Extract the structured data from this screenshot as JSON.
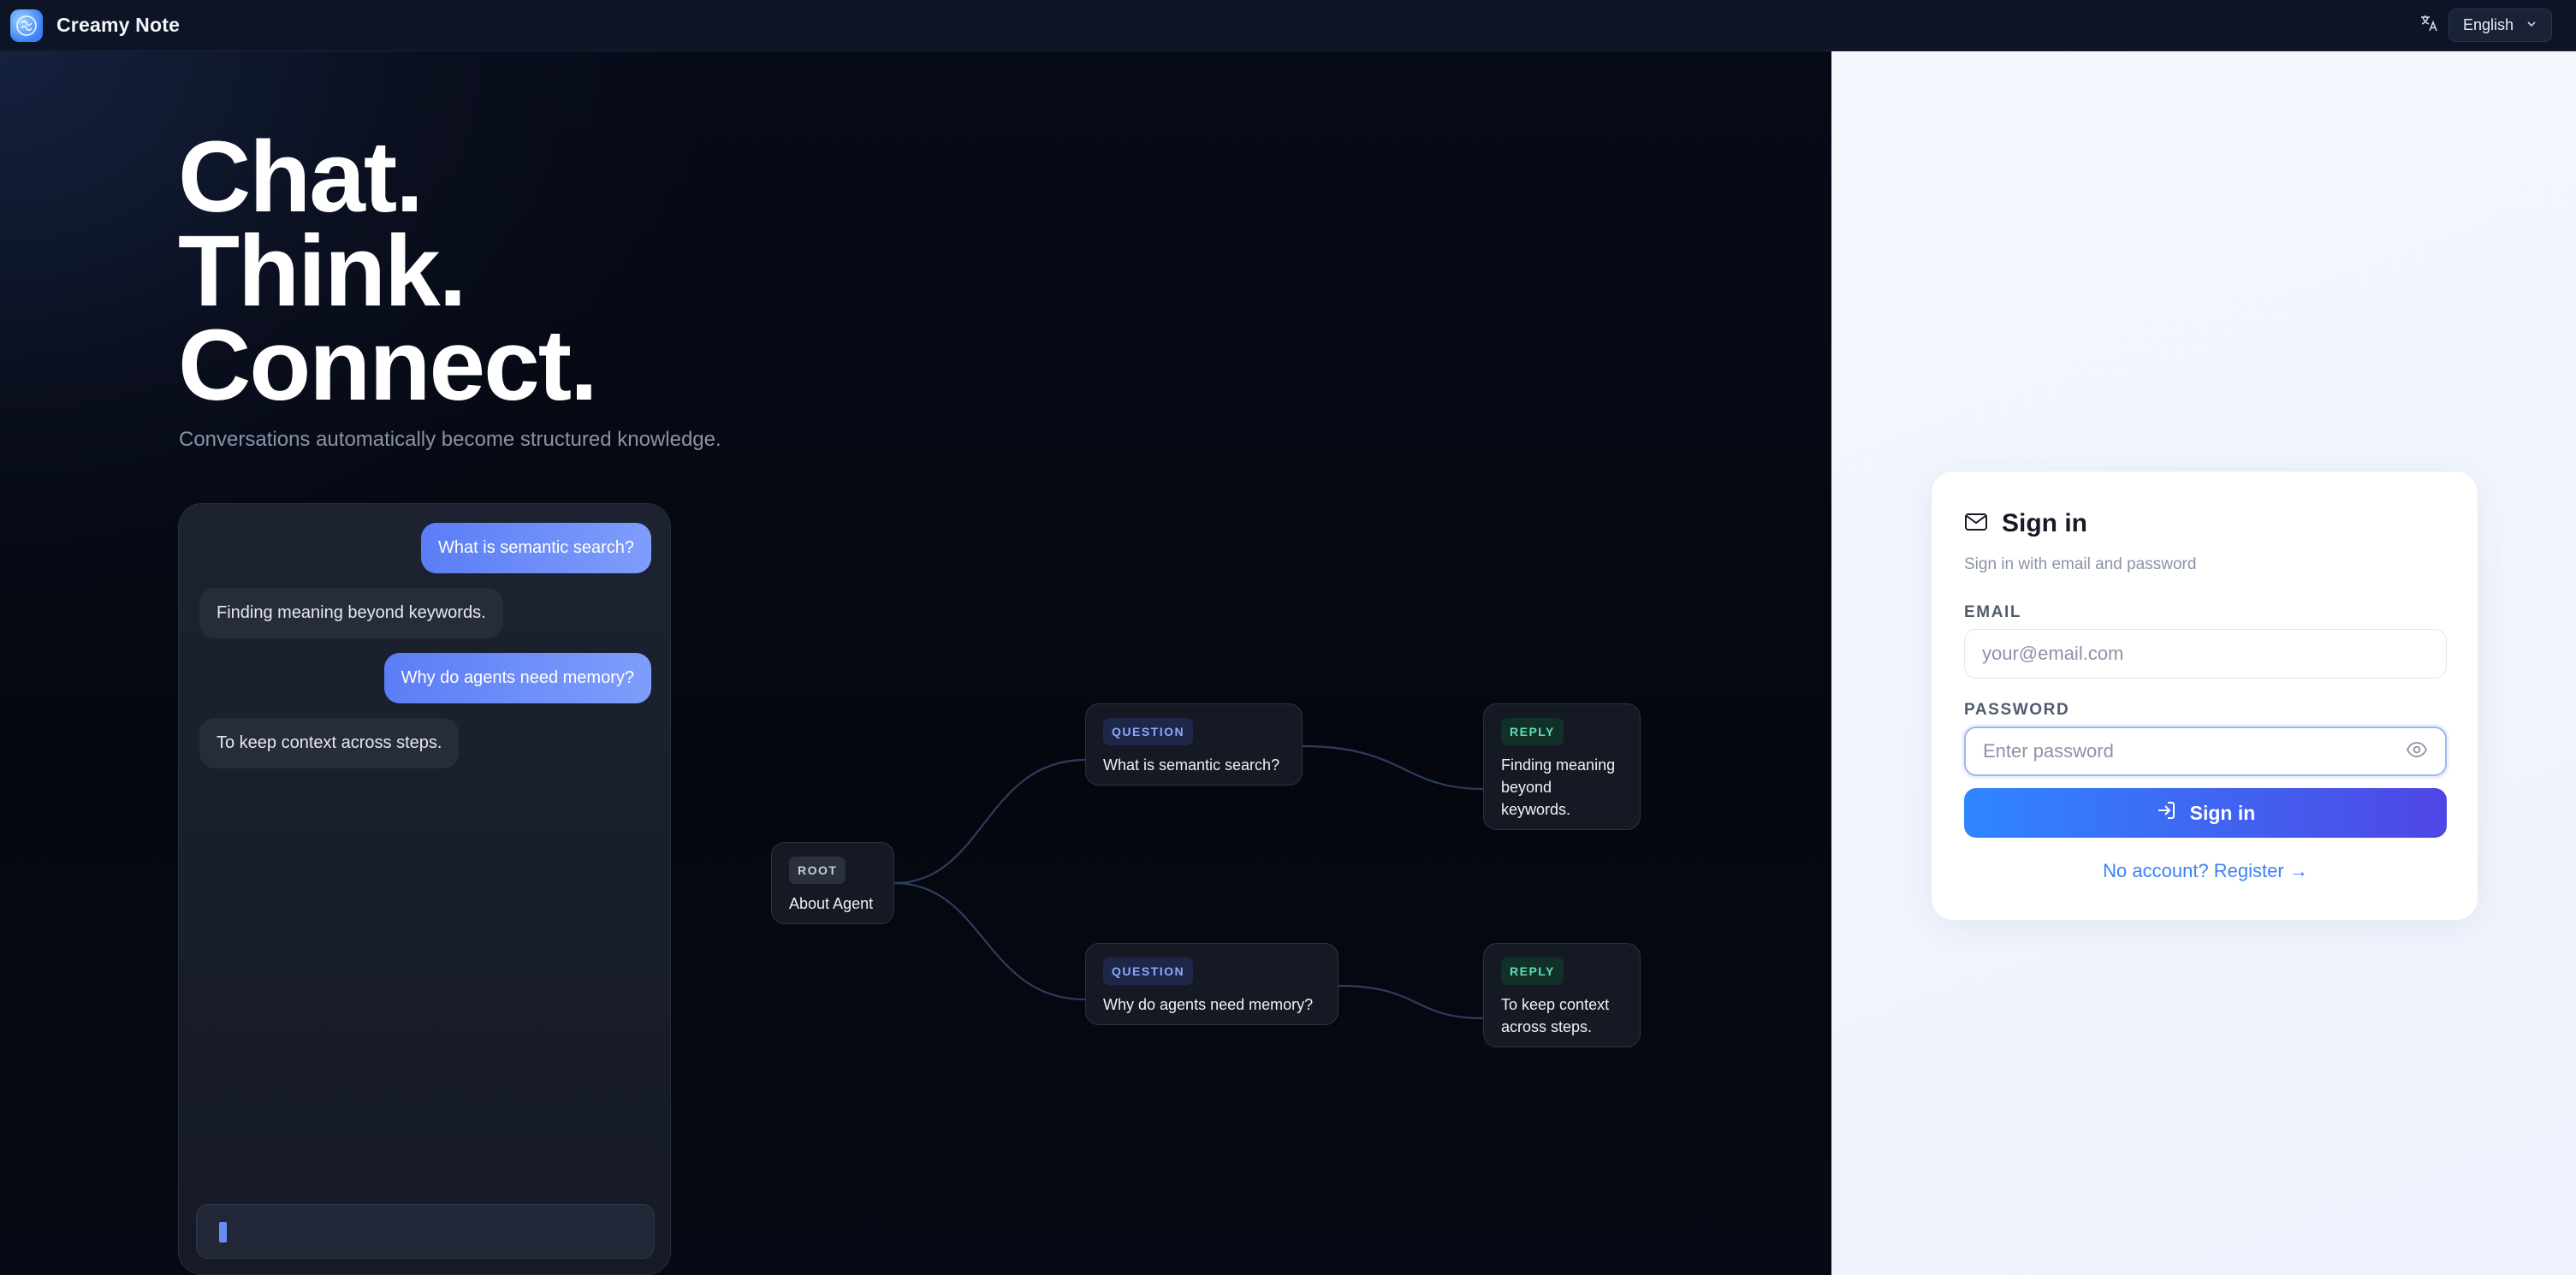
{
  "app": {
    "name": "Creamy Note"
  },
  "language": {
    "selected": "English"
  },
  "hero": {
    "headline": [
      "Chat.",
      "Think.",
      "Connect."
    ],
    "subtitle": "Conversations automatically become structured knowledge."
  },
  "chat": {
    "messages": [
      {
        "role": "user",
        "text": "What is semantic search?"
      },
      {
        "role": "bot",
        "text": "Finding meaning beyond keywords."
      },
      {
        "role": "user",
        "text": "Why do agents need memory?"
      },
      {
        "role": "bot",
        "text": "To keep context across steps."
      }
    ]
  },
  "tree": {
    "root": {
      "tag": "ROOT",
      "text": "About Agent"
    },
    "question1": {
      "tag": "QUESTION",
      "text": "What is semantic search?"
    },
    "reply1": {
      "tag": "REPLY",
      "lines": [
        "Finding meaning",
        "beyond",
        "keywords."
      ]
    },
    "question2": {
      "tag": "QUESTION",
      "text": "Why do agents need memory?"
    },
    "reply2": {
      "tag": "REPLY",
      "lines": [
        "To keep context",
        "across steps."
      ]
    }
  },
  "signin": {
    "title": "Sign in",
    "subtitle": "Sign in with email and password",
    "email_label": "EMAIL",
    "email_placeholder": "your@email.com",
    "password_label": "PASSWORD",
    "password_placeholder": "Enter password",
    "button_label": "Sign in",
    "register_link": "No account? Register →"
  },
  "icons": {
    "logo": "brain-logo-icon",
    "language": "translate-icon",
    "dropdown": "chevron-down-icon",
    "title": "mail-icon",
    "password_toggle": "eye-icon",
    "signin": "login-icon"
  },
  "colors": {
    "accent": "#3b82f6",
    "button_start": "#2f86ff",
    "button_end": "#4f46e5",
    "user_bubble": "#6b8cf5"
  }
}
